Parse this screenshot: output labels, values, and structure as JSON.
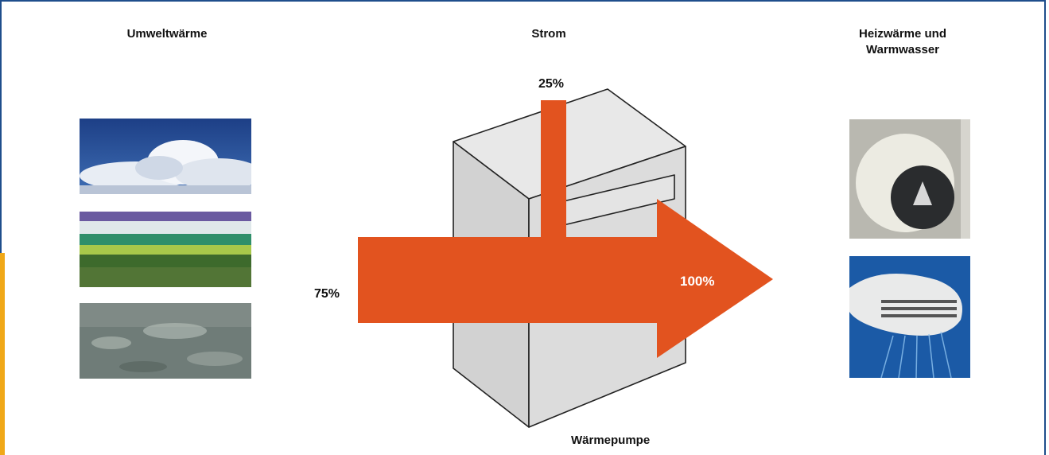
{
  "headings": {
    "environment": "Umweltwärme",
    "electricity": "Strom",
    "heat_line1": "Heizwärme und",
    "heat_line2": "Warmwasser"
  },
  "labels": {
    "electricity_pct": "25%",
    "environment_pct": "75%",
    "output_pct": "100%",
    "device": "Wärmepumpe"
  },
  "colors": {
    "arrow": "#e2531f",
    "frame": "#1f4e8c",
    "accent": "#f0a818",
    "device_fill": "#d9d9d9"
  },
  "images": [
    {
      "name": "clouds-sky",
      "side": "left"
    },
    {
      "name": "green-field",
      "side": "left"
    },
    {
      "name": "water-surface",
      "side": "left"
    },
    {
      "name": "radiator-thermostat",
      "side": "right"
    },
    {
      "name": "shower-head",
      "side": "right"
    }
  ]
}
